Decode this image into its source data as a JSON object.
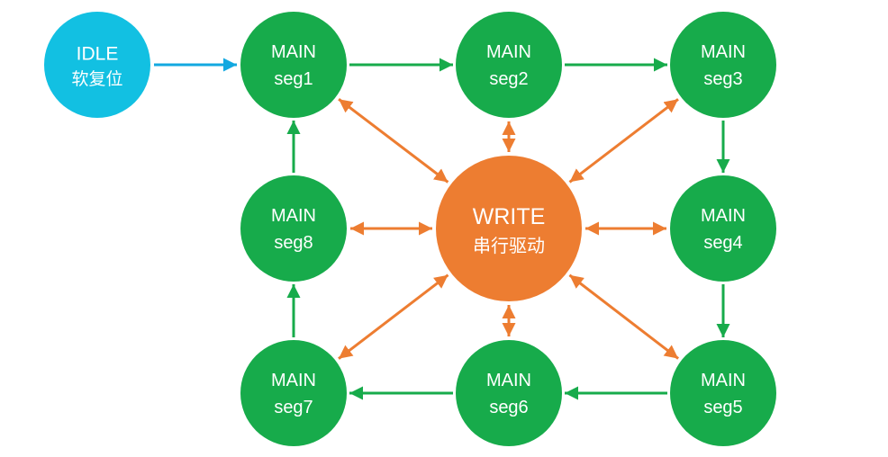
{
  "diagram": {
    "colors": {
      "idle": "#12c0e2",
      "main": "#17ab4b",
      "write": "#ed7d31",
      "idle_arrow": "#12a8e0",
      "main_arrow": "#17ab4b",
      "write_arrow": "#ed7d31"
    },
    "nodes": {
      "idle": {
        "line1": "IDLE",
        "line2": "软复位"
      },
      "write": {
        "line1": "WRITE",
        "line2": "串行驱动"
      },
      "seg1": {
        "line1": "MAIN",
        "line2": "seg1"
      },
      "seg2": {
        "line1": "MAIN",
        "line2": "seg2"
      },
      "seg3": {
        "line1": "MAIN",
        "line2": "seg3"
      },
      "seg4": {
        "line1": "MAIN",
        "line2": "seg4"
      },
      "seg5": {
        "line1": "MAIN",
        "line2": "seg5"
      },
      "seg6": {
        "line1": "MAIN",
        "line2": "seg6"
      },
      "seg7": {
        "line1": "MAIN",
        "line2": "seg7"
      },
      "seg8": {
        "line1": "MAIN",
        "line2": "seg8"
      }
    },
    "edges": [
      {
        "from": "idle",
        "to": "seg1",
        "kind": "idle"
      },
      {
        "from": "seg1",
        "to": "seg2",
        "kind": "main"
      },
      {
        "from": "seg2",
        "to": "seg3",
        "kind": "main"
      },
      {
        "from": "seg3",
        "to": "seg4",
        "kind": "main"
      },
      {
        "from": "seg4",
        "to": "seg5",
        "kind": "main"
      },
      {
        "from": "seg5",
        "to": "seg6",
        "kind": "main"
      },
      {
        "from": "seg6",
        "to": "seg7",
        "kind": "main"
      },
      {
        "from": "seg7",
        "to": "seg8",
        "kind": "main"
      },
      {
        "from": "seg8",
        "to": "seg1",
        "kind": "main"
      },
      {
        "from": "write",
        "to": "seg1",
        "kind": "write",
        "bidirectional": true
      },
      {
        "from": "write",
        "to": "seg2",
        "kind": "write",
        "bidirectional": true
      },
      {
        "from": "write",
        "to": "seg3",
        "kind": "write",
        "bidirectional": true
      },
      {
        "from": "write",
        "to": "seg4",
        "kind": "write",
        "bidirectional": true
      },
      {
        "from": "write",
        "to": "seg5",
        "kind": "write",
        "bidirectional": true
      },
      {
        "from": "write",
        "to": "seg6",
        "kind": "write",
        "bidirectional": true
      },
      {
        "from": "write",
        "to": "seg7",
        "kind": "write",
        "bidirectional": true
      },
      {
        "from": "write",
        "to": "seg8",
        "kind": "write",
        "bidirectional": true
      }
    ]
  }
}
